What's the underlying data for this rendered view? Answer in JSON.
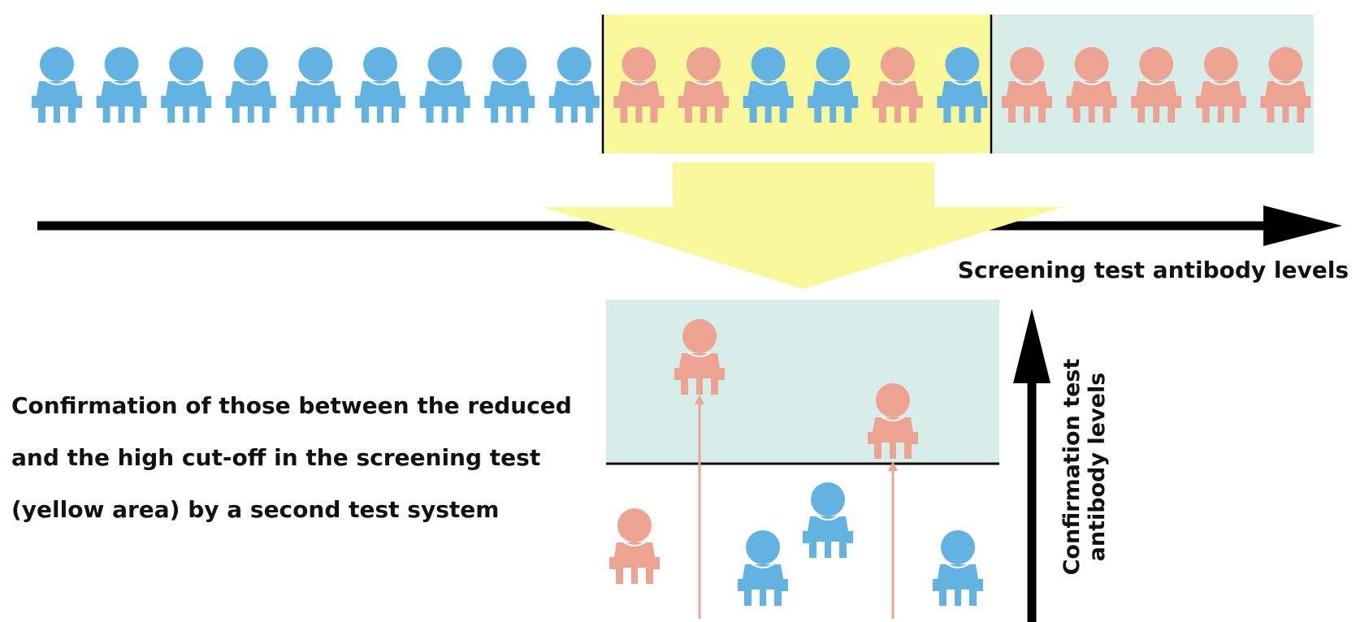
{
  "labels": {
    "screening_axis": "Screening test antibody levels",
    "confirmation_axis_line1": "Confirmation test",
    "confirmation_axis_line2": "antibody levels",
    "description_lines": [
      "Confirmation of those between the reduced",
      "and the high cut-off in the screening test",
      "(yellow area) by a second test system"
    ]
  },
  "colors": {
    "negative_person": "#62B2E2",
    "positive_person": "#EDA392",
    "grey_zone": "#F8F89B",
    "positive_zone": "#D7EDEA",
    "axis": "#000000"
  },
  "screening_row": {
    "people": [
      "negative",
      "negative",
      "negative",
      "negative",
      "negative",
      "negative",
      "negative",
      "negative",
      "negative",
      "positive",
      "positive",
      "negative",
      "negative",
      "positive",
      "negative",
      "positive",
      "positive",
      "positive",
      "positive",
      "positive"
    ],
    "zones": [
      "below reduced cut-off",
      "between reduced and high cut-off",
      "above high cut-off"
    ]
  },
  "confirmation_people": [
    {
      "status": "positive",
      "confirmed": true
    },
    {
      "status": "positive",
      "confirmed": true
    },
    {
      "status": "negative",
      "confirmed": false
    },
    {
      "status": "positive",
      "confirmed": false
    },
    {
      "status": "negative",
      "confirmed": false
    },
    {
      "status": "negative",
      "confirmed": false
    }
  ]
}
